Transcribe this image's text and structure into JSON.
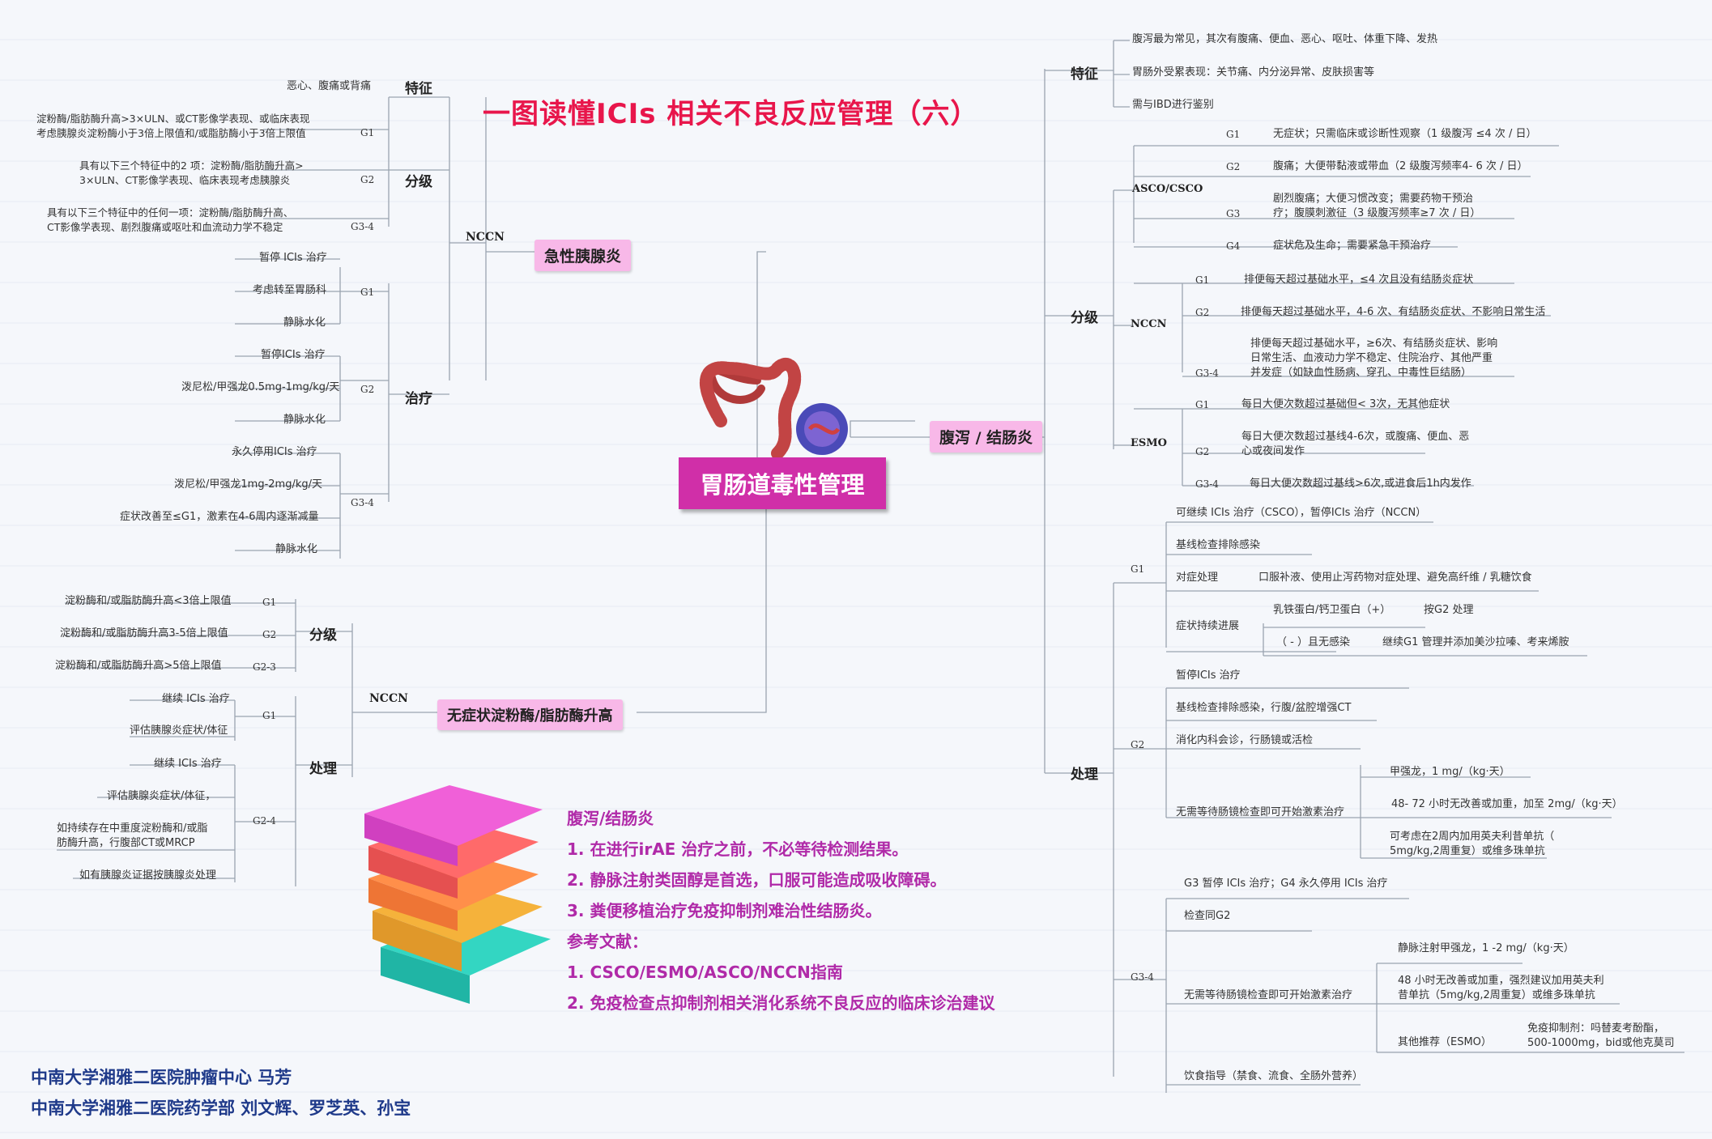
{
  "title": "一图读懂ICIs 相关不良反应管理（六）",
  "center": "胃肠道毒性管理",
  "branches": {
    "pancreatitis": "急性胰腺炎",
    "amylase": "无症状淀粉酶/脂肪酶升高",
    "diarrhea": "腹泻 / 结肠炎"
  },
  "labels": {
    "feature": "特征",
    "grading": "分级",
    "treatment": "治疗",
    "management": "处理",
    "nccn": "NCCN",
    "asco_csco": "ASCO/CSCO",
    "esmo": "ESMO",
    "g1": "G1",
    "g2": "G2",
    "g3": "G3",
    "g4": "G4",
    "g2_3": "G2-3",
    "g2_4": "G2-4",
    "g3_4": "G3-4"
  },
  "pancreatitis": {
    "feature": "恶心、腹痛或背痛",
    "grade_g1": "淀粉酶/脂肪酶升高>3×ULN、或CT影像学表现、或临床表现\n考虑胰腺炎淀粉酶小于3倍上限值和/或脂肪酶小于3倍上限值",
    "grade_g2": "具有以下三个特征中的2 项：淀粉酶/脂肪酶升高>\n3×ULN、CT影像学表现、临床表现考虑胰腺炎",
    "grade_g34": "具有以下三个特征中的任何一项：淀粉酶/脂肪酶升高、\nCT影像学表现、剧烈腹痛或呕吐和血流动力学不稳定",
    "tx_g1": [
      "暂停 ICIs 治疗",
      "考虑转至胃肠科",
      "静脉水化"
    ],
    "tx_g2": [
      "暂停ICIs 治疗",
      "泼尼松/甲强龙0.5mg-1mg/kg/天",
      "静脉水化"
    ],
    "tx_g34": [
      "永久停用ICIs 治疗",
      "泼尼松/甲强龙1mg-2mg/kg/天",
      "症状改善至≤G1，激素在4-6周内逐渐减量",
      "静脉水化"
    ]
  },
  "amylase": {
    "grade_g1": "淀粉酶和/或脂肪酶升高<3倍上限值",
    "grade_g2": "淀粉酶和/或脂肪酶升高3-5倍上限值",
    "grade_g23": "淀粉酶和/或脂肪酶升高>5倍上限值",
    "mgmt_g1": [
      "继续 ICIs 治疗",
      "评估胰腺炎症状/体征"
    ],
    "mgmt_g24": [
      "继续 ICIs 治疗",
      "评估胰腺炎症状/体征，",
      "如持续存在中重度淀粉酶和/或脂\n肪酶升高，行腹部CT或MRCP",
      "如有胰腺炎证据按胰腺炎处理"
    ]
  },
  "diarrhea": {
    "features": [
      "腹泻最为常见，其次有腹痛、便血、恶心、呕吐、体重下降、发热",
      "胃肠外受累表现：关节痛、内分泌异常、皮肤损害等",
      "需与IBD进行鉴别"
    ],
    "asco": {
      "g1": "无症状；只需临床或诊断性观察（1 级腹泻 ≤4 次 / 日）",
      "g2": "腹痛；大便带黏液或带血（2 级腹泻频率4- 6 次 / 日）",
      "g3": "剧烈腹痛；大便习惯改变；需要药物干预治\n疗；腹膜刺激征（3 级腹泻频率≥7 次 / 日）",
      "g4": "症状危及生命；需要紧急干预治疗"
    },
    "nccn": {
      "g1": "排便每天超过基础水平，≤4 次且没有结肠炎症状",
      "g2": "排便每天超过基础水平，4-6 次、有结肠炎症状、不影响日常生活",
      "g34": "排便每天超过基础水平，≥6次、有结肠炎症状、影响\n日常生活、血液动力学不稳定、住院治疗、其他严重\n并发症（如缺血性肠病、穿孔、中毒性巨结肠）"
    },
    "esmo": {
      "g1": "每日大便次数超过基础但< 3次，无其他症状",
      "g2": "每日大便次数超过基线4-6次，或腹痛、便血、恶\n心或夜间发作",
      "g34": "每日大便次数超过基线>6次,或进食后1h内发作"
    },
    "mgmt": {
      "g1": {
        "head": "可继续 ICIs 治疗（CSCO），暂停ICIs 治疗（NCCN）",
        "screen": "基线检查排除感染",
        "symptomatic": "对症处理",
        "symptomatic_detail": "口服补液、使用止泻药物对症处理、避免高纤维 / 乳糖饮食",
        "persistent": "症状持续进展",
        "lf_pos": "乳铁蛋白/钙卫蛋白（+）",
        "lf_pos_action": "按G2 处理",
        "lf_neg": "（ - ）且无感染",
        "lf_neg_action": "继续G1 管理并添加美沙拉嗪、考来烯胺"
      },
      "g2": {
        "hold": "暂停ICIs 治疗",
        "screen": "基线检查排除感染，行腹/盆腔增强CT",
        "consult": "消化内科会诊，行肠镜或活检",
        "steroid": "无需等待肠镜检查即可开始激素治疗",
        "s1": "甲强龙，1 mg/（kg·天）",
        "s2": "48- 72 小时无改善或加重，加至 2mg/（kg·天）",
        "s3": "可考虑在2周内加用英夫利昔单抗（\n5mg/kg,2周重复）或维多珠单抗"
      },
      "g34": {
        "head": "G3 暂停 ICIs 治疗；G4 永久停用 ICIs 治疗",
        "check": "检查同G2",
        "steroid": "无需等待肠镜检查即可开始激素治疗",
        "s1": "静脉注射甲强龙，1 -2 mg/（kg·天）",
        "s2": "48 小时无改善或加重，强烈建议加用英夫利\n昔单抗（5mg/kg,2周重复）或维多珠单抗",
        "other": "其他推荐（ESMO）",
        "other_detail": "免疫抑制剂：吗替麦考酚酯，\n500-1000mg，bid或他克莫司",
        "diet": "饮食指导（禁食、流食、全肠外营养）"
      }
    }
  },
  "notes": [
    "腹泻/结肠炎",
    "1. 在进行irAE 治疗之前，不必等待检测结果。",
    "2. 静脉注射类固醇是首选，口服可能造成吸收障碍。",
    "3. 粪便移植治疗免疫抑制剂难治性结肠炎。",
    "参考文献：",
    "1. CSCO/ESMO/ASCO/NCCN指南",
    "2. 免疫检查点抑制剂相关消化系统不良反应的临床诊治建议"
  ],
  "authors": [
    "中南大学湘雅二医院肿瘤中心 马芳",
    "中南大学湘雅二医院药学部 刘文辉、罗芝英、孙宝"
  ],
  "watermark": "中南大学湘雅二医院",
  "colors": {
    "title": "#e8164b",
    "center": "#d02fa8",
    "pill": "#f8b8e8",
    "note": "#b02aa8",
    "author": "#1f3a8a",
    "line": "#9aa4b0"
  }
}
